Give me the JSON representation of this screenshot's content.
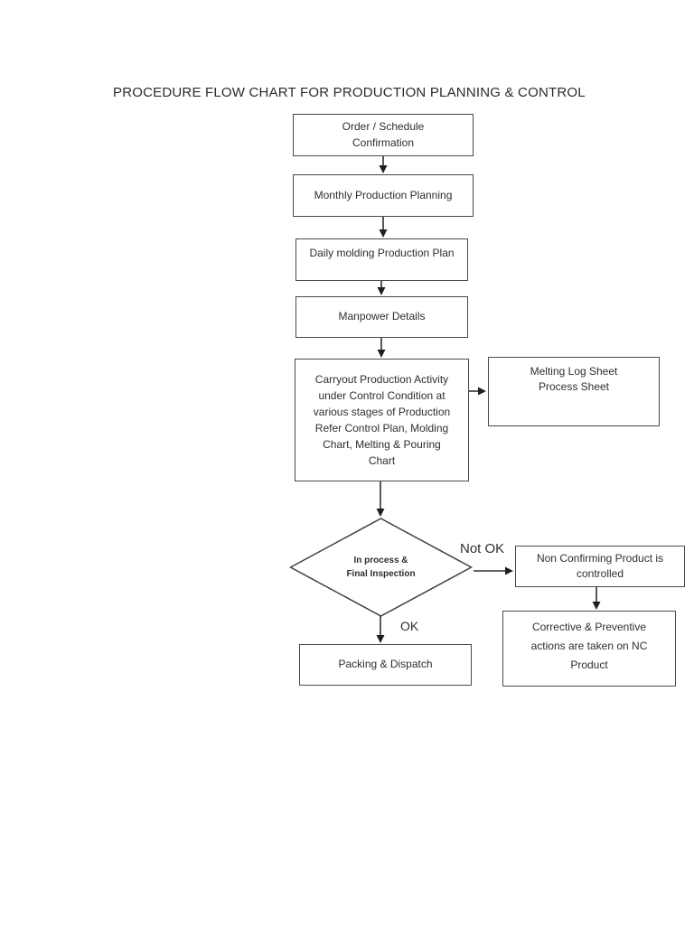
{
  "title": "PROCEDURE FLOW CHART FOR PRODUCTION PLANNING & CONTROL",
  "colors": {
    "background": "#ffffff",
    "box_border": "#4a4a4a",
    "text": "#2e2e2e",
    "connector": "#2f2f2f"
  },
  "nodes": {
    "order_confirmation": {
      "type": "process",
      "label": "Order / Schedule\nConfirmation"
    },
    "monthly_planning": {
      "type": "process",
      "label": "Monthly Production Planning"
    },
    "daily_molding": {
      "type": "process",
      "label": "Daily molding Production Plan"
    },
    "manpower_details": {
      "type": "process",
      "label": "Manpower Details"
    },
    "carryout_activity": {
      "type": "process",
      "label": "Carryout Production Activity\nunder Control Condition at\nvarious stages of Production\nRefer Control Plan, Molding\nChart, Melting & Pouring\nChart"
    },
    "melting_log": {
      "type": "process",
      "label": "Melting Log Sheet\nProcess Sheet"
    },
    "inspection": {
      "type": "decision",
      "label": "In process &\nFinal Inspection"
    },
    "non_conforming": {
      "type": "process",
      "label": "Non Confirming Product is\ncontrolled"
    },
    "corrective_actions": {
      "type": "process",
      "label": "Corrective & Preventive\nactions are taken on NC\nProduct"
    },
    "packing_dispatch": {
      "type": "process",
      "label": "Packing & Dispatch"
    }
  },
  "edge_labels": {
    "not_ok": "Not OK",
    "ok": "OK"
  }
}
